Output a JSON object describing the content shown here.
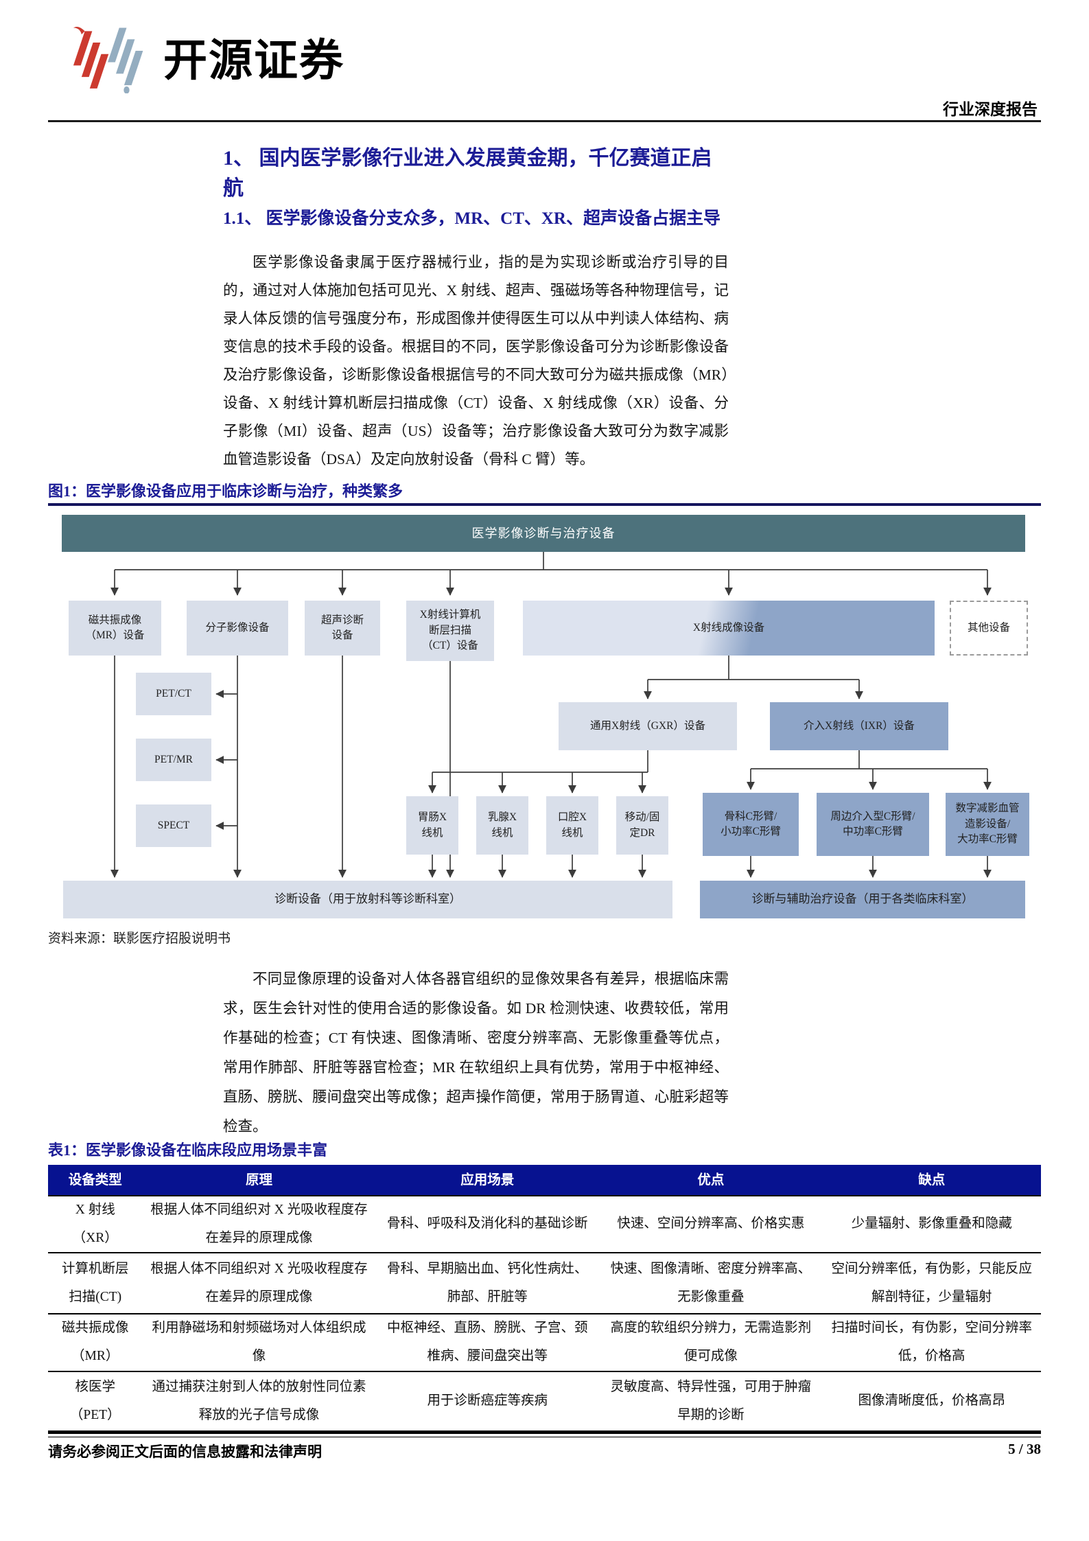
{
  "header": {
    "logo_text": "开源证券",
    "report_type": "行业深度报告"
  },
  "headings": {
    "h1": "1、 国内医学影像行业进入发展黄金期，千亿赛道正启航",
    "h2": "1.1、 医学影像设备分支众多，MR、CT、XR、超声设备占据主导"
  },
  "paragraphs": {
    "p1": "医学影像设备隶属于医疗器械行业，指的是为实现诊断或治疗引导的目的，通过对人体施加包括可见光、X 射线、超声、强磁场等各种物理信号，记录人体反馈的信号强度分布，形成图像并使得医生可以从中判读人体结构、病变信息的技术手段的设备。根据目的不同，医学影像设备可分为诊断影像设备及治疗影像设备，诊断影像设备根据信号的不同大致可分为磁共振成像（MR）设备、X 射线计算机断层扫描成像（CT）设备、X 射线成像（XR）设备、分子影像（MI）设备、超声（US）设备等；治疗影像设备大致可分为数字减影血管造影设备（DSA）及定向放射设备（骨科 C 臂）等。",
    "p2": "不同显像原理的设备对人体各器官组织的显像效果各有差异，根据临床需求，医生会针对性的使用合适的影像设备。如 DR 检测快速、收费较低，常用作基础的检查；CT 有快速、图像清晰、密度分辨率高、无影像重叠等优点，常用作肺部、肝脏等器官检查；MR 在软组织上具有优势，常用于中枢神经、直肠、膀胱、腰间盘突出等成像；超声操作简便，常用于肠胃道、心脏彩超等检查。"
  },
  "figure": {
    "title": "图1：医学影像设备应用于临床诊断与治疗，种类繁多",
    "root": "医学影像诊断与治疗设备",
    "level2": [
      "磁共振成像\n（MR）设备",
      "分子影像设备",
      "超声诊断\n设备",
      "X射线计算机\n断层扫描\n（CT）设备",
      "X射线成像设备",
      "其他设备"
    ],
    "mi_children": [
      "PET/CT",
      "PET/MR",
      "SPECT"
    ],
    "xr_children": [
      "通用X射线（GXR）设备",
      "介入X射线（IXR）设备"
    ],
    "gxr_children": [
      "胃肠X\n线机",
      "乳腺X\n线机",
      "口腔X\n线机",
      "移动/固\n定DR"
    ],
    "ixr_children": [
      "骨科C形臂/\n小功率C形臂",
      "周边介入型C形臂/\n中功率C形臂",
      "数字减影血管\n造影设备/\n大功率C形臂"
    ],
    "bottom_bars": [
      "诊断设备（用于放射科等诊断科室）",
      "诊断与辅助治疗设备（用于各类临床科室）"
    ],
    "source": "资料来源：联影医疗招股说明书"
  },
  "table": {
    "title": "表1：医学影像设备在临床段应用场景丰富",
    "headers": [
      "设备类型",
      "原理",
      "应用场景",
      "优点",
      "缺点"
    ],
    "rows": [
      [
        "X 射线\n（XR）",
        "根据人体不同组织对 X 光吸收程度存在差异的原理成像",
        "骨科、呼吸科及消化科的基础诊断",
        "快速、空间分辨率高、价格实惠",
        "少量辐射、影像重叠和隐藏"
      ],
      [
        "计算机断层\n扫描(CT)",
        "根据人体不同组织对 X 光吸收程度存在差异的原理成像",
        "骨科、早期脑出血、钙化性病灶、肺部、肝脏等",
        "快速、图像清晰、密度分辨率高、无影像重叠",
        "空间分辨率低，有伪影，只能反应解剖特征，少量辐射"
      ],
      [
        "磁共振成像\n（MR）",
        "利用静磁场和射频磁场对人体组织成像",
        "中枢神经、直肠、膀胱、子宫、颈椎病、腰间盘突出等",
        "高度的软组织分辨力，无需造影剂便可成像",
        "扫描时间长，有伪影，空间分辨率低，价格高"
      ],
      [
        "核医学\n（PET）",
        "通过捕获注射到人体的放射性同位素释放的光子信号成像",
        "用于诊断癌症等疾病",
        "灵敏度高、特异性强，可用于肿瘤早期的诊断",
        "图像清晰度低，价格高昂"
      ]
    ]
  },
  "footer": {
    "disclaimer": "请务必参阅正文后面的信息披露和法律声明",
    "page": "5 / 38"
  },
  "colors": {
    "heading_navy": "#1c1c96",
    "table_header_navy": "#071290",
    "diagram_teal": "#4d727c",
    "diagram_light": "#d9dfea",
    "diagram_dark": "#8ea5c8",
    "logo_red": "#cc3a2f",
    "logo_blue": "#94adc0"
  }
}
